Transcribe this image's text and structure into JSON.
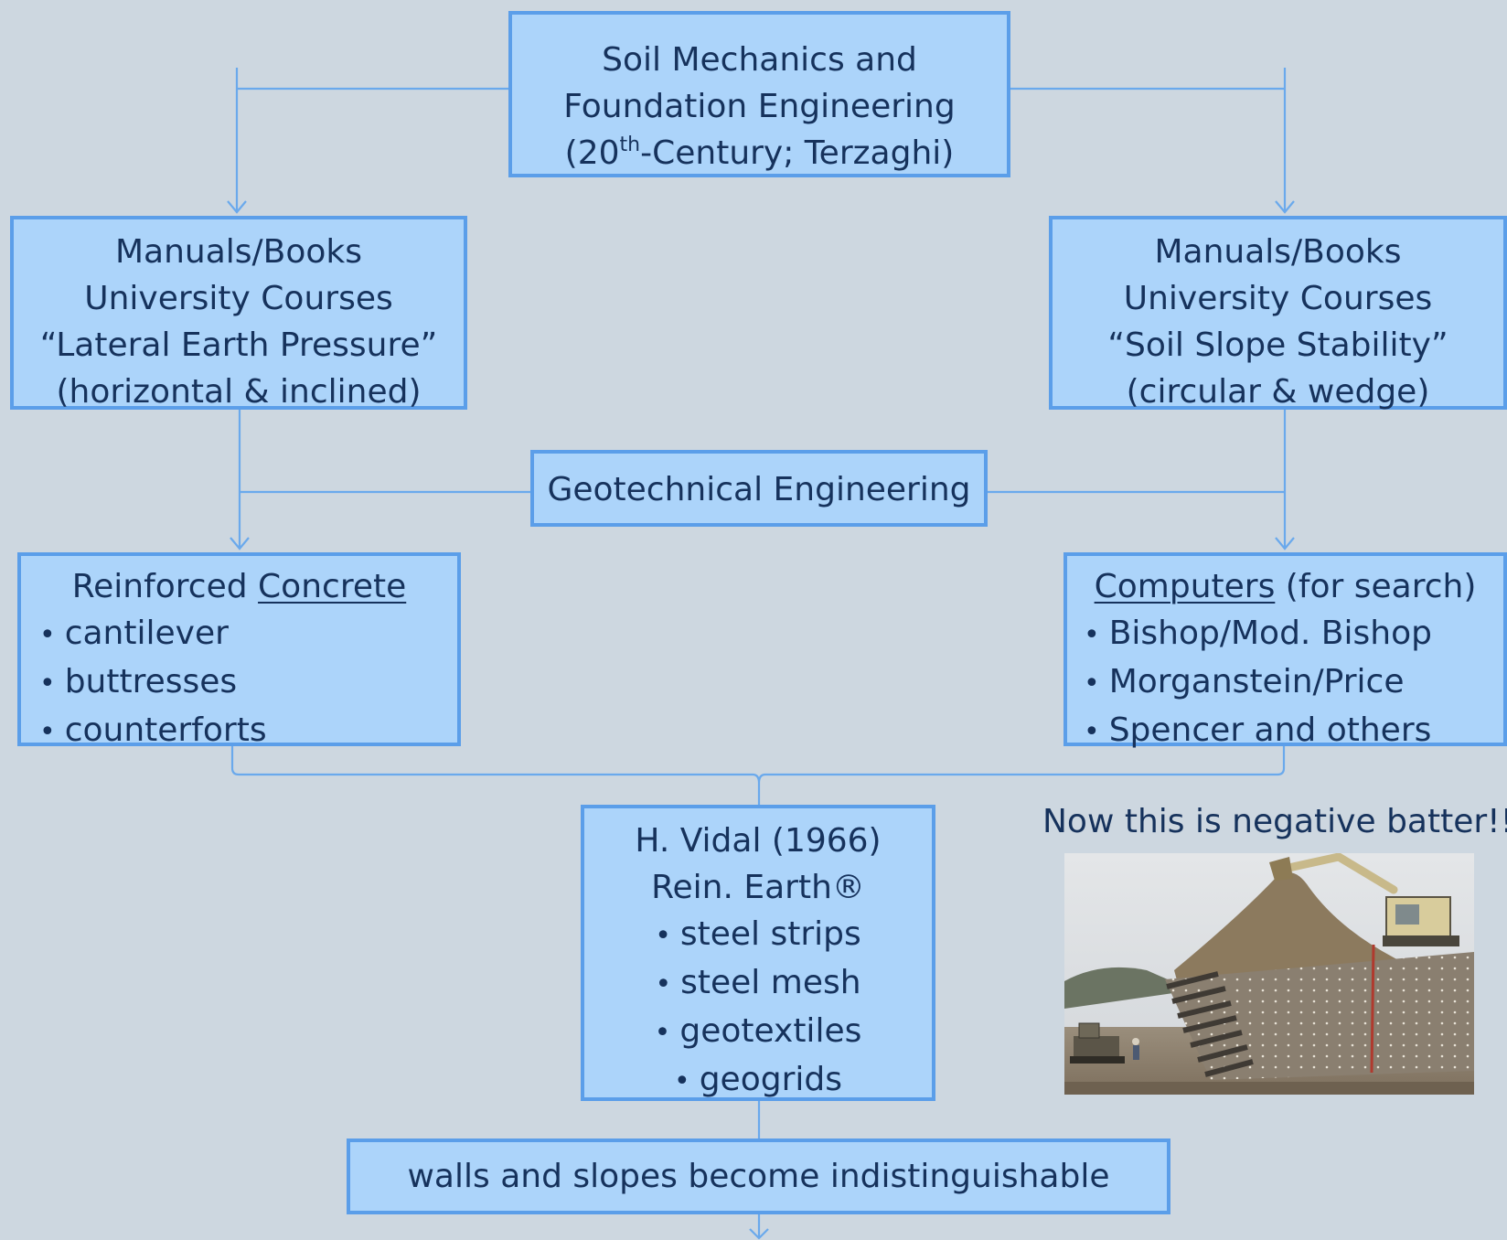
{
  "top_box": {
    "line1": "Soil Mechanics and",
    "line2": "Foundation Engineering",
    "line3_pre": "(20",
    "line3_sup": "th",
    "line3_post": "-Century; Terzaghi)"
  },
  "left_manual": {
    "line1": "Manuals/Books",
    "line2": "University Courses",
    "line3": "“Lateral Earth Pressure”",
    "line4": "(horizontal & inclined)"
  },
  "right_manual": {
    "line1": "Manuals/Books",
    "line2": "University Courses",
    "line3": "“Soil Slope Stability”",
    "line4": "(circular & wedge)"
  },
  "geo_box": {
    "label": "Geotechnical Engineering"
  },
  "rc_box": {
    "title_pre": "Reinforced ",
    "title_underlined": "Concrete",
    "items": [
      "cantilever",
      "buttresses",
      "counterforts"
    ]
  },
  "comp_box": {
    "title_underlined": "Computers",
    "title_post": " (for search)",
    "items": [
      "Bishop/Mod. Bishop",
      "Morganstein/Price",
      "Spencer and others"
    ]
  },
  "vidal_box": {
    "line1": "H. Vidal (1966)",
    "line2": "Rein. Earth®",
    "items": [
      "steel strips",
      "steel mesh",
      "geotextiles",
      "geogrids"
    ]
  },
  "walls_box": {
    "label": "walls and slopes become indistinguishable"
  },
  "photo": {
    "caption": "Now this is negative batter!!"
  },
  "colors": {
    "background": "#cdd7e0",
    "box_fill": "#acd4fa",
    "box_border": "#5b9ee9",
    "text": "#16325c",
    "connector": "#6aa9ec"
  }
}
